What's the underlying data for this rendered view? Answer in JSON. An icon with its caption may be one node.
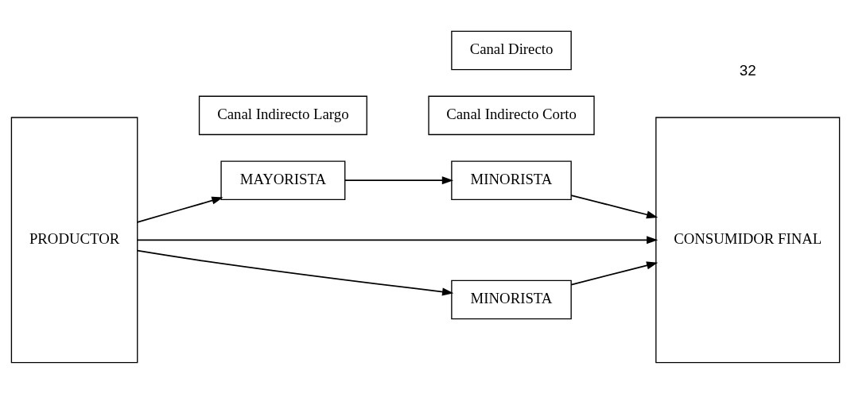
{
  "diagram": {
    "nodes": [
      {
        "text": [
          "PRODUCTOR"
        ]
      },
      {
        "text": [
          "Canal Indirecto Largo"
        ]
      },
      {
        "text": [
          "MAYORISTA"
        ]
      },
      {
        "text": [
          "MINORISTA"
        ]
      },
      {
        "text": [
          "CONSUMIDOR FINAL"
        ]
      },
      {
        "text": [
          "MINORISTA"
        ]
      },
      {
        "text": [
          "Canal Indirecto Corto"
        ]
      },
      {
        "text": [
          "Canal Directo"
        ]
      }
    ],
    "edges": [
      {
        "from": 0,
        "to": 2,
        "arrow": "to"
      },
      {
        "from": 2,
        "to": 3,
        "arrow": "to"
      },
      {
        "from": 3,
        "to": 4,
        "arrow": "to"
      },
      {
        "from": 0,
        "to": 5,
        "arrow": "to"
      },
      {
        "from": 5,
        "to": 4,
        "arrow": "to"
      },
      {
        "from": 0,
        "to": 4,
        "arrow": "to"
      }
    ],
    "labels": [
      "32"
    ]
  }
}
